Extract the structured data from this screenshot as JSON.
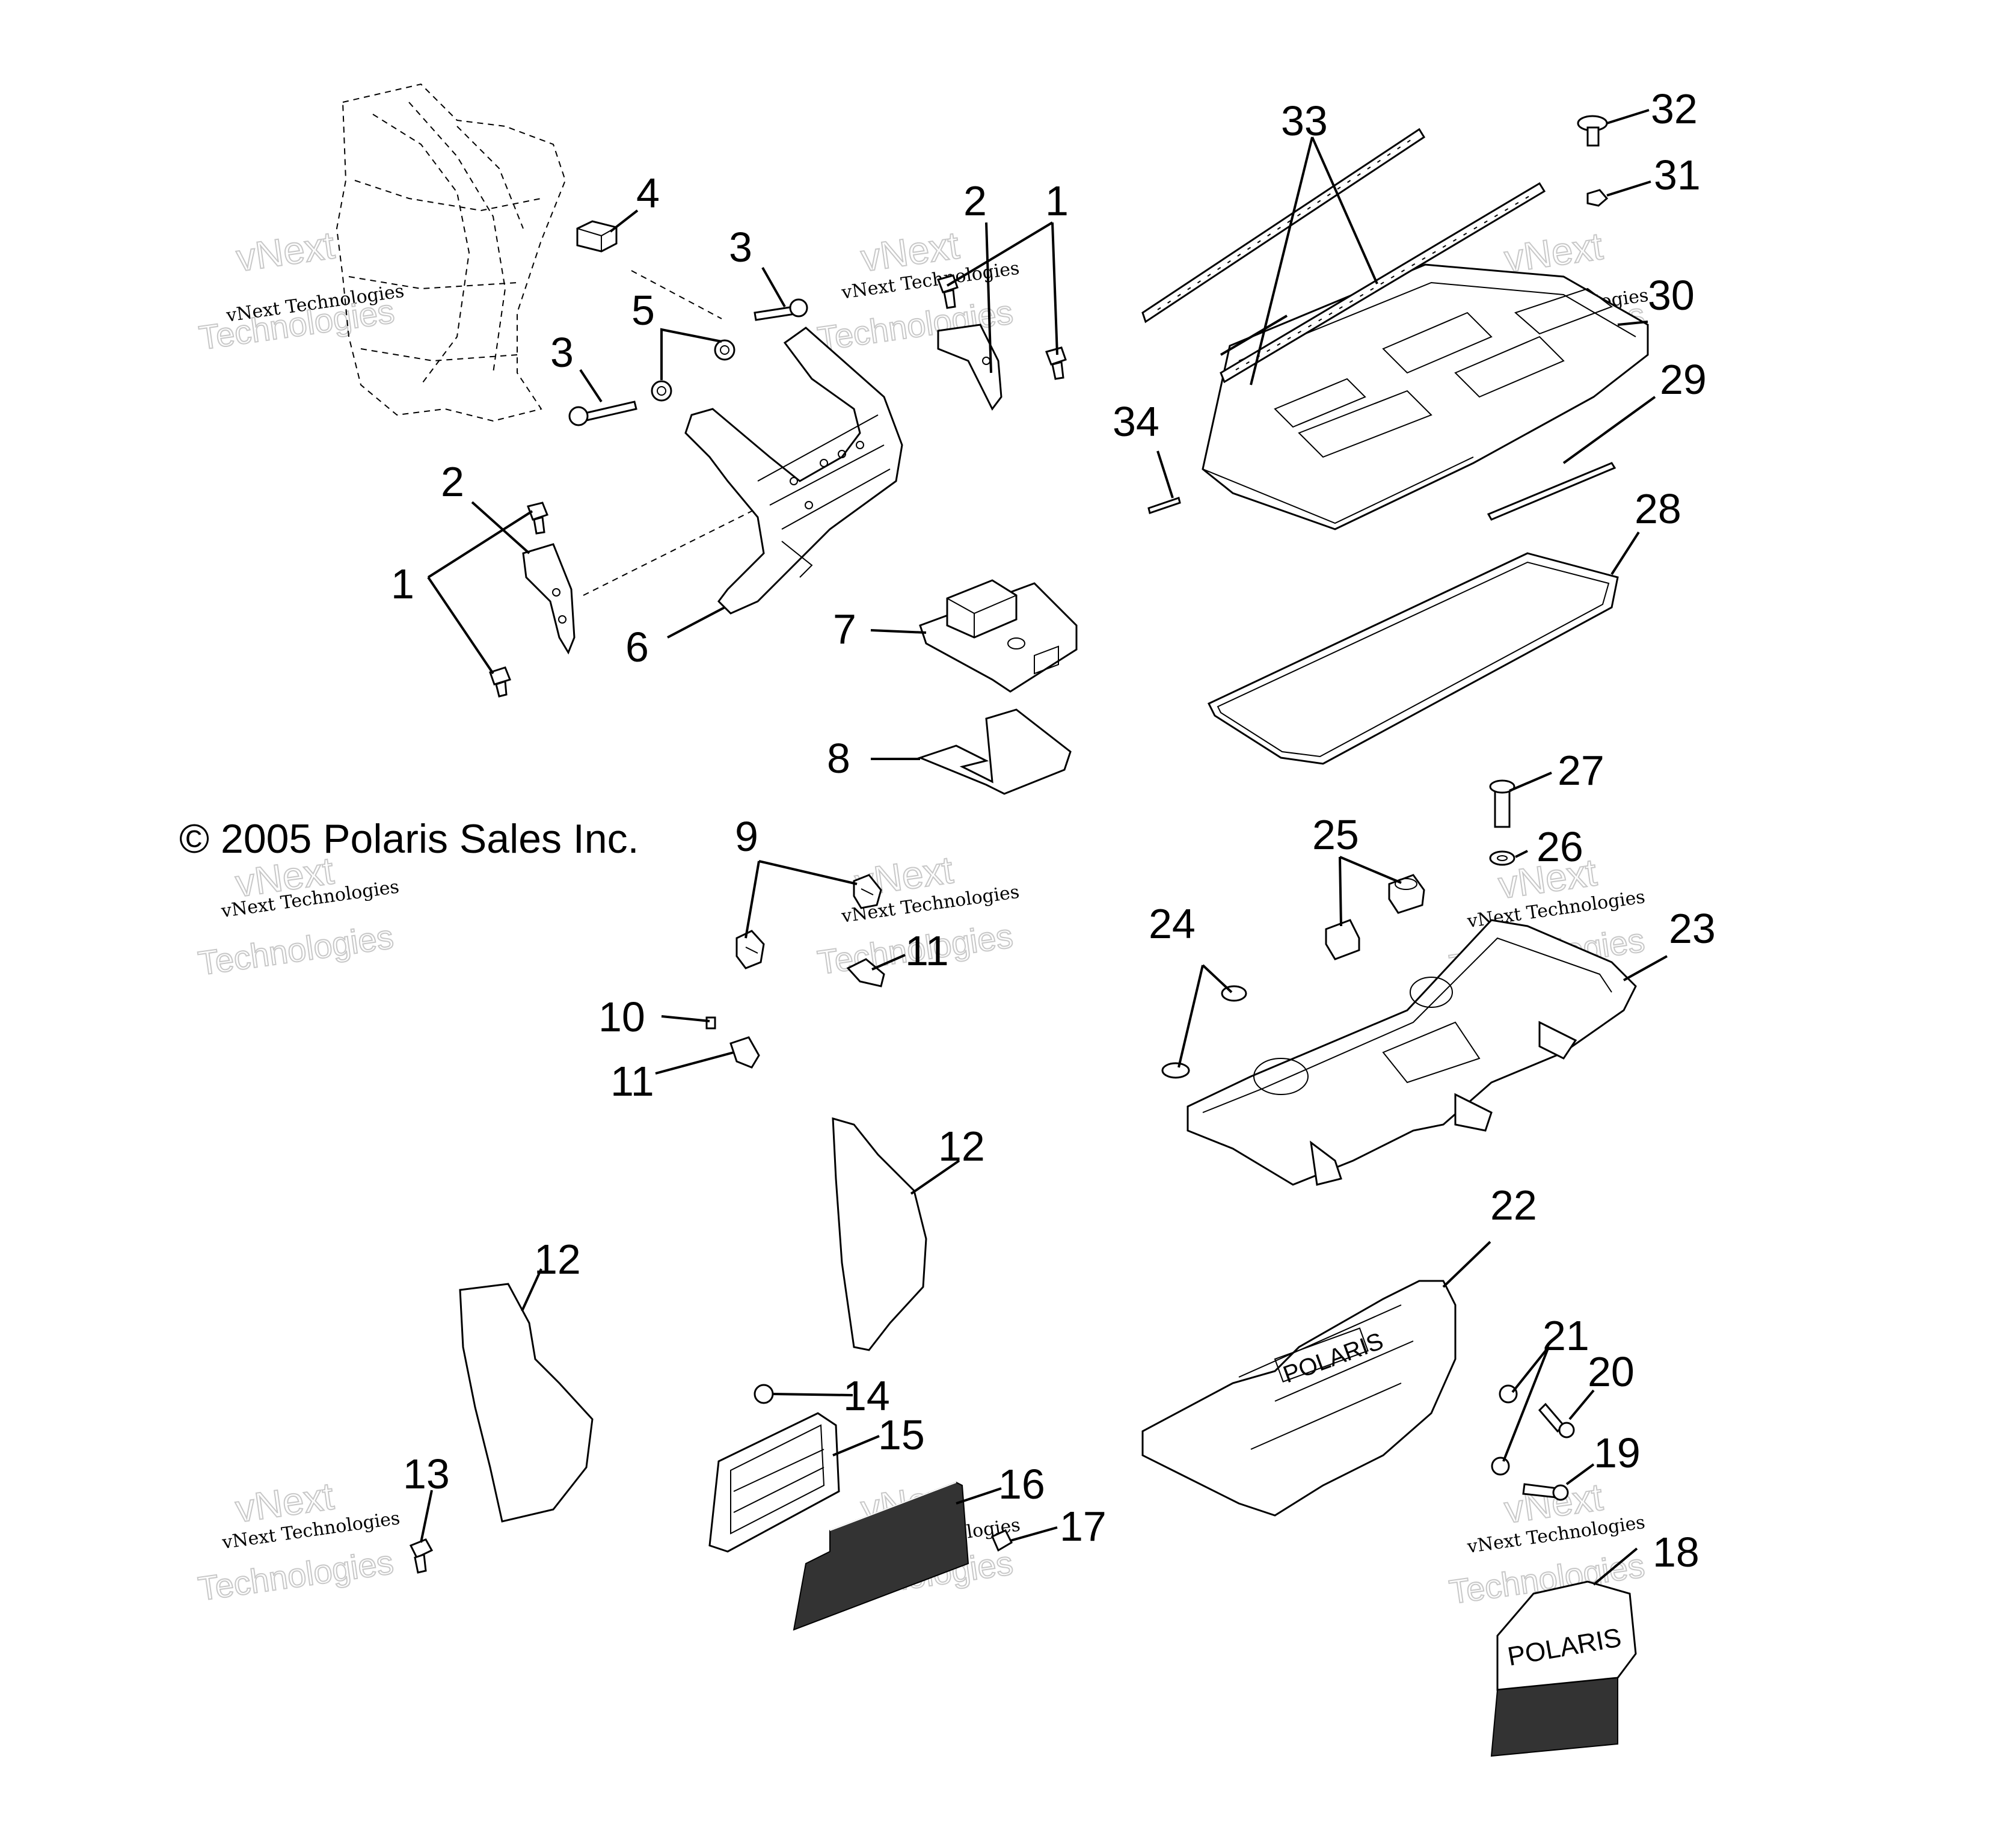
{
  "copyright": "© 2005 Polaris Sales Inc.",
  "watermark": {
    "line1": "vNext",
    "line2": "vNext Technologies",
    "line3": "Technologies"
  },
  "brand_labels": {
    "bumper_logo": "POLARIS",
    "plate_logo": "POLARIS"
  },
  "callouts": [
    "1",
    "2",
    "3",
    "4",
    "5",
    "6",
    "7",
    "8",
    "9",
    "10",
    "11",
    "12",
    "13",
    "14",
    "15",
    "16",
    "17",
    "18",
    "19",
    "20",
    "21",
    "22",
    "23",
    "24",
    "25",
    "26",
    "27",
    "28",
    "29",
    "30",
    "31",
    "32",
    "33",
    "34"
  ]
}
